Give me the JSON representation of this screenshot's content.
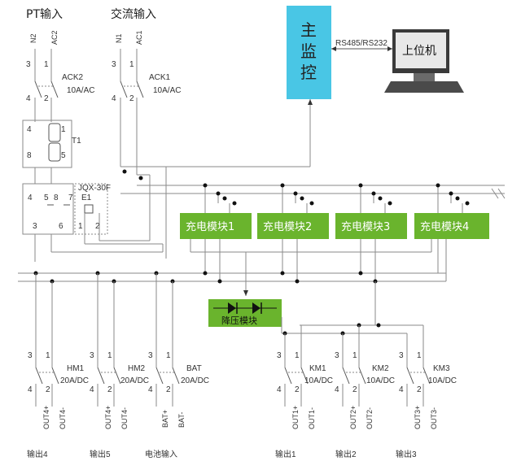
{
  "inputs": {
    "pt_title": "PT输入",
    "ac_title": "交流输入"
  },
  "monitor": {
    "label_chars": [
      "主",
      "监",
      "控"
    ],
    "link": "RS485/RS232"
  },
  "host_pc": {
    "label": "上位机"
  },
  "transformer": {
    "name": "T1"
  },
  "relay": {
    "name": "JQX-30F",
    "sub": "E1"
  },
  "breakers_top": [
    {
      "name": "ACK2",
      "rating": "10A/AC",
      "in1": "N2",
      "in2": "AC2"
    },
    {
      "name": "ACK1",
      "rating": "10A/AC",
      "in1": "N1",
      "in2": "AC1"
    }
  ],
  "charge_modules": [
    "充电模块1",
    "充电模块2",
    "充电模块3",
    "充电模块4"
  ],
  "dc_module": {
    "label": "降压模块"
  },
  "breakers_bottom": [
    {
      "name": "",
      "rating": "",
      "out1": "OUT4+",
      "out2": "OUT4-",
      "caption": "输出4"
    },
    {
      "name": "HM1",
      "rating": "20A/DC",
      "out1": "OUT4+",
      "out2": "OUT4-",
      "caption": "输出5"
    },
    {
      "name": "HM2",
      "rating": "20A/DC",
      "out1": "BAT+",
      "out2": "BAT-",
      "caption": "电池输入"
    },
    {
      "name": "BAT",
      "rating": "20A/DC",
      "out1": "",
      "out2": "",
      "caption": ""
    },
    {
      "name": "KM1",
      "rating": "10A/DC",
      "out1": "OUT1+",
      "out2": "OUT1-",
      "caption": "输出1"
    },
    {
      "name": "KM2",
      "rating": "10A/DC",
      "out1": "OUT2+",
      "out2": "OUT2-",
      "caption": "输出2"
    },
    {
      "name": "KM3",
      "rating": "10A/DC",
      "out1": "OUT3+",
      "out2": "OUT3-",
      "caption": "输出3"
    }
  ],
  "pin_labels": {
    "p1": "1",
    "p2": "2",
    "p3": "3",
    "p4": "4",
    "p5": "5",
    "p6": "6",
    "p7": "7",
    "p8": "8"
  },
  "colors": {
    "monitor": "#49c6e5",
    "module": "#6ab42d",
    "wire": "#8a8a8a"
  }
}
